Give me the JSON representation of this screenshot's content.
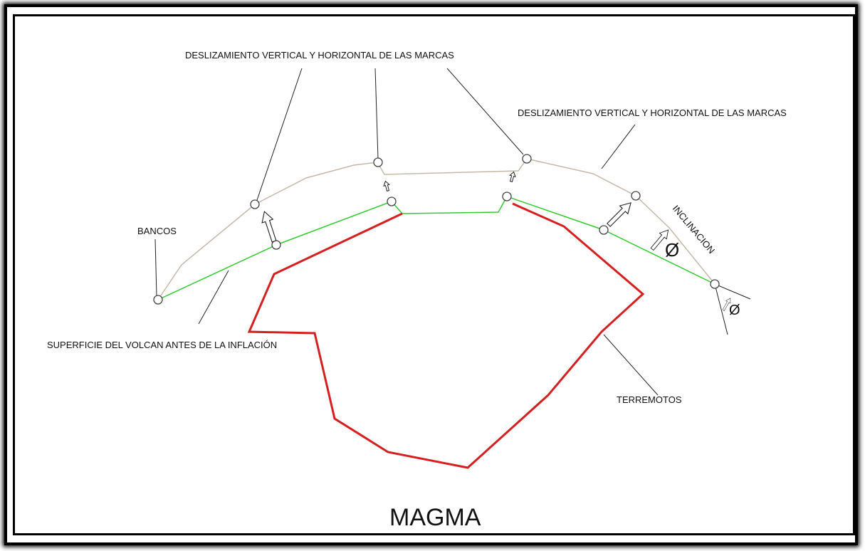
{
  "labels": {
    "top_center": "DESLIZAMIENTO VERTICAL Y HORIZONTAL DE LAS MARCAS",
    "top_right": "DESLIZAMIENTO VERTICAL Y HORIZONTAL DE LAS MARCAS",
    "bancos": "BANCOS",
    "superficie": "SUPERFICIE DEL VOLCAN ANTES DE LA INFLACIÓN",
    "inclinacion": "INCLINACION",
    "terremotos": "TERREMOTOS",
    "magma": "MAGMA",
    "phi_symbol": "Ø"
  },
  "colors": {
    "surface_before": "#33cc33",
    "surface_after": "#c8b8a8",
    "magma_outline": "#d42020",
    "leader_lines": "#222222"
  }
}
